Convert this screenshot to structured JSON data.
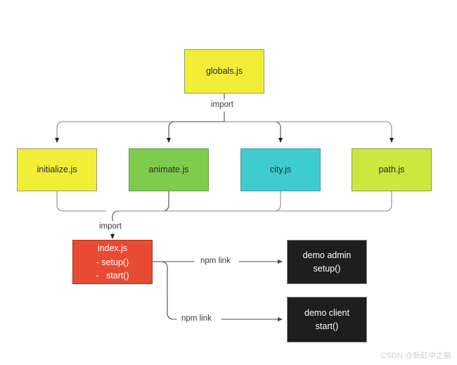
{
  "diagram": {
    "title": "JavaScript module import dependency diagram",
    "background": "#ffffff",
    "colors": {
      "yellow": "#F2EE38",
      "green": "#7FCB4E",
      "cyan": "#3FCCCE",
      "lime": "#CCE83F",
      "red": "#E84A32",
      "dark": "#1E1E1E",
      "edge": "#8a8a8a",
      "edge_dark": "#4a4a4a",
      "text_dark": "#2b2b2b",
      "text_light": "#ffffff",
      "watermark": "#cfcfcf"
    },
    "nodes": {
      "globals": {
        "label": "globals.js",
        "fill": "#F2EE38"
      },
      "initialize": {
        "label": "initialize.js",
        "fill": "#F2EE38"
      },
      "animate": {
        "label": "animate.js",
        "fill": "#7FCB4E"
      },
      "city": {
        "label": "city.js",
        "fill": "#3FCCCE"
      },
      "path": {
        "label": "path.js",
        "fill": "#CCE83F"
      },
      "index": {
        "line1": "index.js",
        "line2": "- setup()",
        "line3": "-   start()",
        "fill": "#E84A32"
      },
      "demo_admin": {
        "line1": "demo admin",
        "line2": "setup()",
        "fill": "#1E1E1E"
      },
      "demo_client": {
        "line1": "demo client",
        "line2": "start()",
        "fill": "#1E1E1E"
      }
    },
    "edge_labels": {
      "import_top": "import",
      "import_bottom": "import",
      "npm_link_admin": "npm link",
      "npm_link_client": "npm link"
    }
  },
  "watermark": {
    "text": "CSDN @新缸中之脑"
  }
}
